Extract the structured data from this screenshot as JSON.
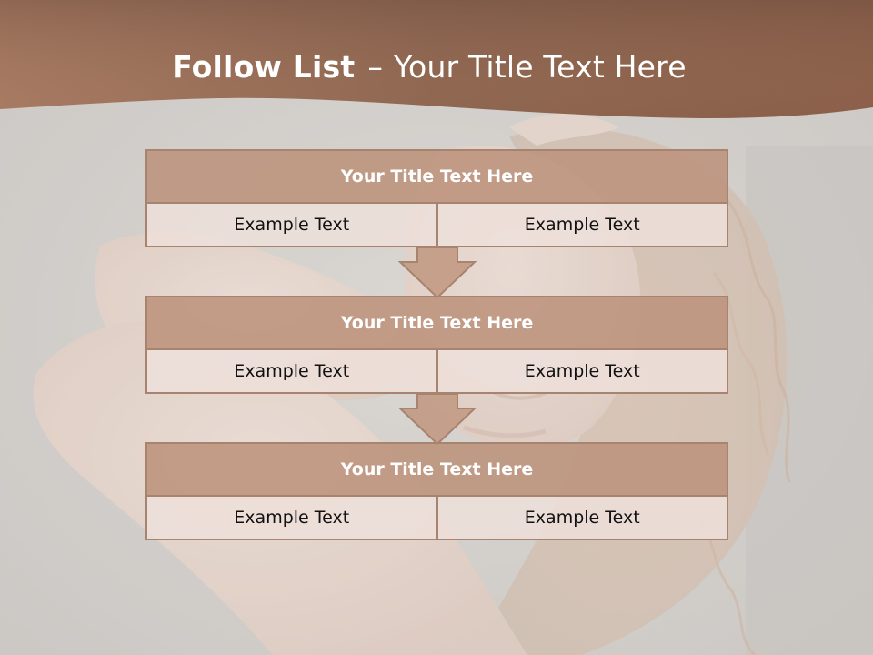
{
  "slide": {
    "title_bold": "Follow List",
    "title_dash": "–",
    "title_rest": "Your Title Text Here"
  },
  "steps": [
    {
      "title": "Your Title Text Here",
      "left": "Example Text",
      "right": "Example Text"
    },
    {
      "title": "Your Title Text Here",
      "left": "Example Text",
      "right": "Example Text"
    },
    {
      "title": "Your Title Text Here",
      "left": "Example Text",
      "right": "Example Text"
    }
  ],
  "colors": {
    "header_band": "#9b6a52",
    "box_header": "#bc927a",
    "box_cell": "#ede0da",
    "border": "#a7846f"
  }
}
